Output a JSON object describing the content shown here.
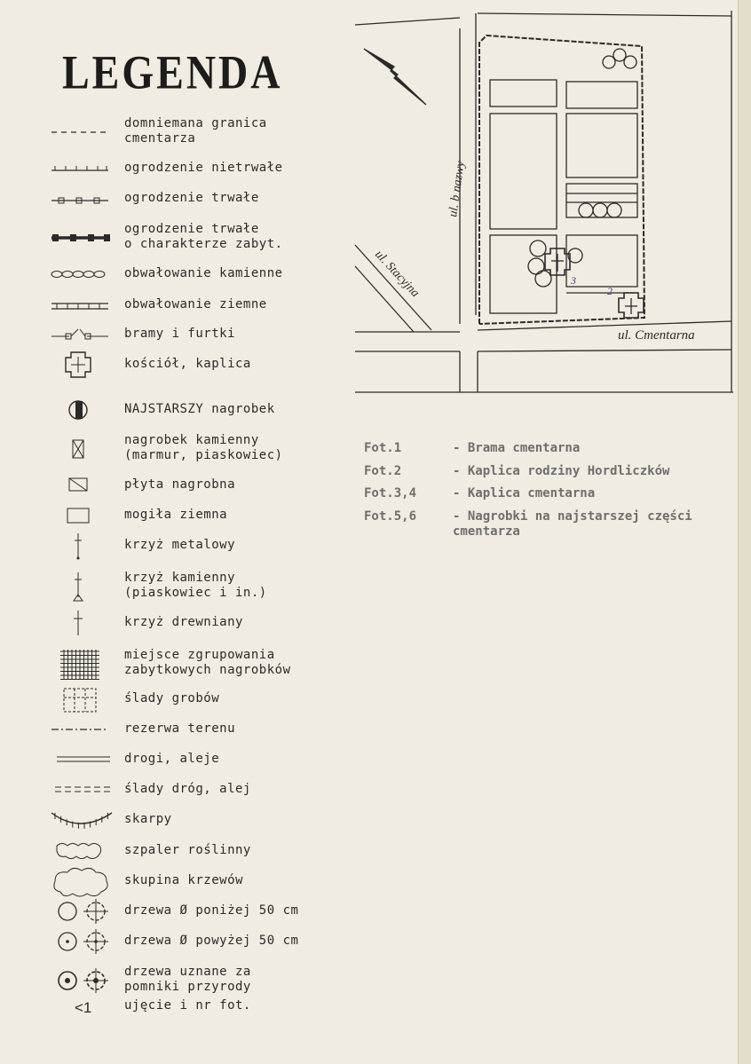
{
  "title": "LEGENDA",
  "legend": [
    {
      "icon": "dashed-line-icon",
      "text": "domniemana granica\ncmentarza"
    },
    {
      "icon": "temporary-fence-icon",
      "text": "ogrodzenie nietrwałe"
    },
    {
      "icon": "permanent-fence-icon",
      "text": "ogrodzenie trwałe"
    },
    {
      "icon": "historic-fence-icon",
      "text": "ogrodzenie trwałe\no charakterze zabyt."
    },
    {
      "icon": "stone-embankment-icon",
      "text": "obwałowanie kamienne"
    },
    {
      "icon": "earth-embankment-icon",
      "text": "obwałowanie ziemne"
    },
    {
      "icon": "gate-icon",
      "text": "bramy i furtki"
    },
    {
      "icon": "church-cross-icon",
      "text": "kościół, kaplica"
    },
    {
      "icon": "oldest-grave-icon",
      "text": "NAJSTARSZY nagrobek"
    },
    {
      "icon": "stone-grave-icon",
      "text": "nagrobek kamienny\n(marmur, piaskowiec)"
    },
    {
      "icon": "grave-slab-icon",
      "text": "płyta nagrobna"
    },
    {
      "icon": "earth-grave-icon",
      "text": "mogiła ziemna"
    },
    {
      "icon": "metal-cross-icon",
      "text": "krzyż metalowy"
    },
    {
      "icon": "stone-cross-icon",
      "text": "krzyż kamienny\n(piaskowiec i in.)"
    },
    {
      "icon": "wooden-cross-icon",
      "text": "krzyż drewniany"
    },
    {
      "icon": "grave-group-icon",
      "text": "miejsce zgrupowania\nzabytkowych nagrobków"
    },
    {
      "icon": "grave-traces-icon",
      "text": "ślady grobów"
    },
    {
      "icon": "reserve-line-icon",
      "text": "rezerwa terenu"
    },
    {
      "icon": "road-icon",
      "text": "drogi, aleje"
    },
    {
      "icon": "road-traces-icon",
      "text": "ślady dróg, alej"
    },
    {
      "icon": "escarpment-icon",
      "text": "skarpy"
    },
    {
      "icon": "hedge-icon",
      "text": "szpaler roślinny"
    },
    {
      "icon": "shrub-cluster-icon",
      "text": "skupina krzewów"
    },
    {
      "icon": "tree-small-icon",
      "text": "drzewa Ø poniżej 50 cm"
    },
    {
      "icon": "tree-large-icon",
      "text": "drzewa Ø powyżej 50 cm"
    },
    {
      "icon": "tree-monument-icon",
      "text": "drzewa uznane za\npomniki przyrody"
    },
    {
      "icon": "photo-angle-icon",
      "text": "ujęcie i nr fot."
    }
  ],
  "photo_symbol_label": "<1",
  "map": {
    "street_nameless": "ul. b nazwy",
    "street_station": "ul. Stacyjna",
    "street_cemetery": "ul. Cmentarna",
    "marker_2": "2",
    "marker_3": "3"
  },
  "captions": [
    {
      "key": "Fot.1",
      "text": "- Brama cmentarna"
    },
    {
      "key": "Fot.2",
      "text": "- Kaplica rodziny Hordliczków"
    },
    {
      "key": "Fot.3,4",
      "text": "- Kaplica cmentarna"
    },
    {
      "key": "Fot.5,6",
      "text": "- Nagrobki na najstarszej części cmentarza"
    }
  ]
}
